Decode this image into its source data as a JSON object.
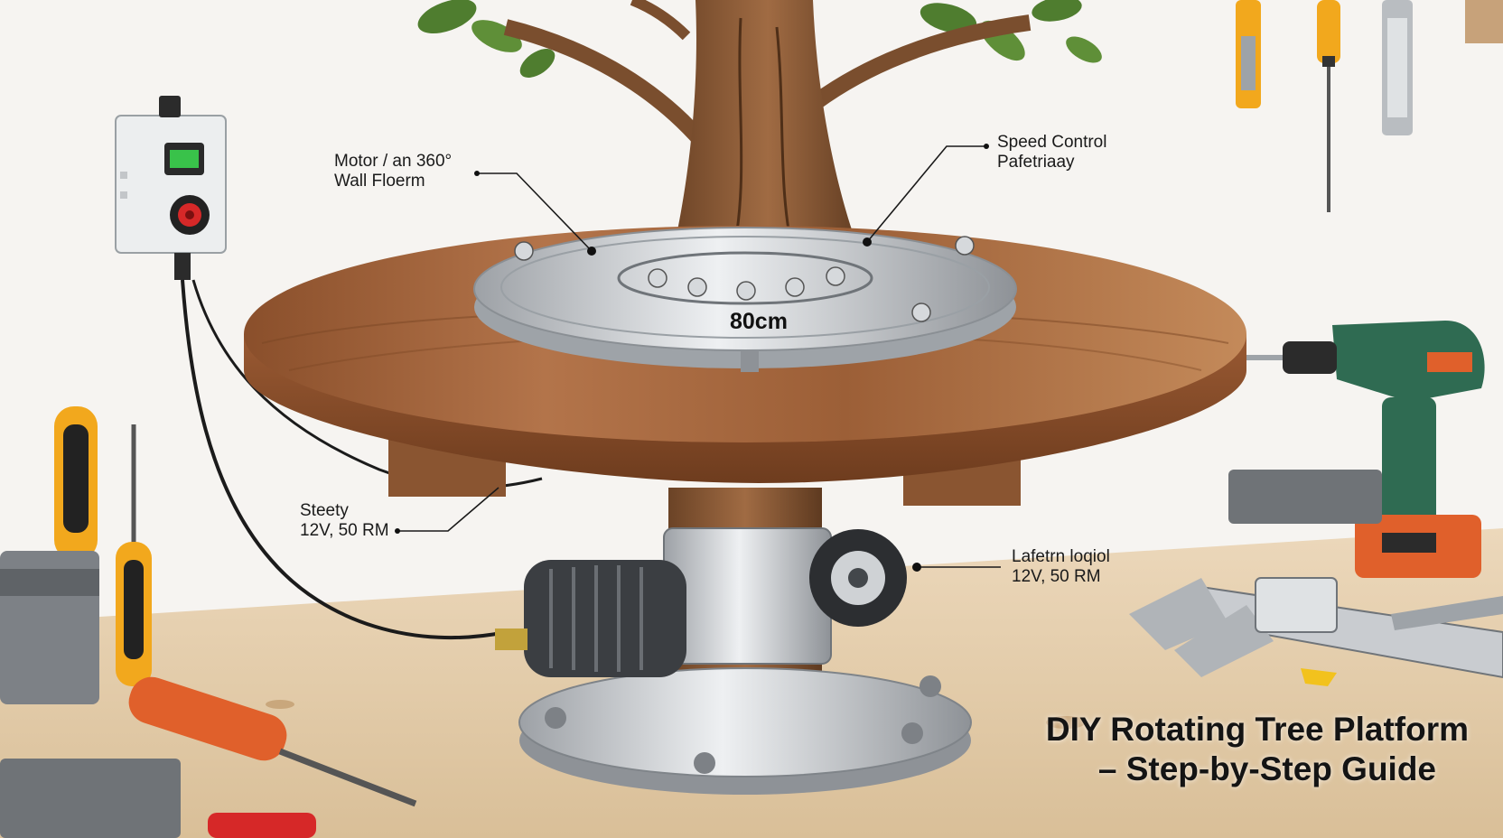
{
  "title": {
    "line1": "DIY Rotating Tree Platform",
    "line2": "– Step-by-Step Guide"
  },
  "callouts": {
    "motor_wall": {
      "line1": "Motor / an 360°",
      "line2": "Wall Floerm"
    },
    "speed_control": {
      "line1": "Speed Control",
      "line2": "Pafetriaay"
    },
    "steety": {
      "line1": "Steety",
      "line2": "12V, 50 RM"
    },
    "lafetrm": {
      "line1": "Lafetrn loqiol",
      "line2": "12V, 50 RM"
    }
  },
  "dimension": {
    "diameter": "80cm"
  },
  "colors": {
    "wall": "#f6f4f1",
    "wood": "#a0643a",
    "wood_dark": "#7a4524",
    "metal": "#c9ccd0",
    "workbench": "#e6cfae",
    "leaf": "#4f7d2f",
    "drill_green": "#2f6b52",
    "drill_orange": "#e0602b",
    "tool_yellow": "#f2a81d",
    "control_led": "#39c24a",
    "control_button": "#d62828"
  },
  "icons": [
    "control-box-icon",
    "drill-icon",
    "screwdriver-icon",
    "caliper-icon",
    "motor-icon"
  ]
}
